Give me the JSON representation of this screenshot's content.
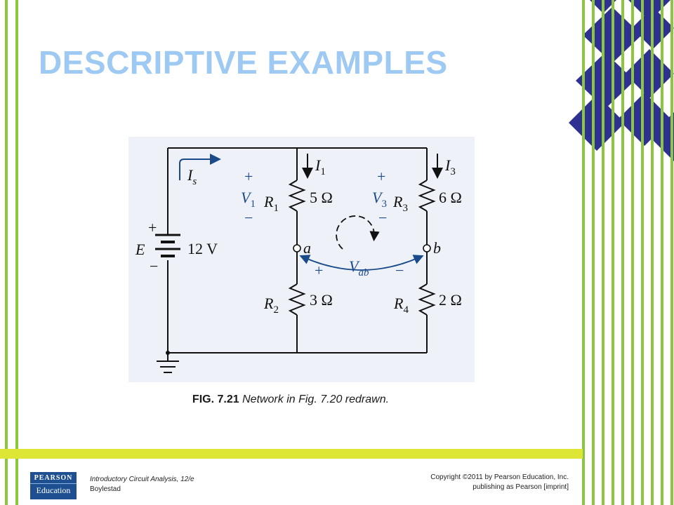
{
  "slide": {
    "title": "DESCRIPTIVE EXAMPLES"
  },
  "figure": {
    "caption_number": "FIG. 7.21",
    "caption_text": "Network in Fig. 7.20 redrawn.",
    "source": {
      "label": "E",
      "value": "12 V",
      "plus": "+",
      "minus": "−"
    },
    "source_current": "I",
    "source_current_sub": "s",
    "branch1_current": "I",
    "branch1_current_sub": "1",
    "branch2_current": "I",
    "branch2_current_sub": "3",
    "r1": {
      "name": "R",
      "sub": "1",
      "value": "5 Ω"
    },
    "r2": {
      "name": "R",
      "sub": "2",
      "value": "3 Ω"
    },
    "r3": {
      "name": "R",
      "sub": "3",
      "value": "6 Ω"
    },
    "r4": {
      "name": "R",
      "sub": "4",
      "value": "2 Ω"
    },
    "v1": {
      "name": "V",
      "sub": "1",
      "plus": "+",
      "minus": "−"
    },
    "v3": {
      "name": "V",
      "sub": "3",
      "plus": "+",
      "minus": "−"
    },
    "node_a": "a",
    "node_b": "b",
    "vab": {
      "name": "V",
      "sub": "ab",
      "plus": "+",
      "minus": "−"
    }
  },
  "footer": {
    "logo_line1": "PEARSON",
    "logo_line2": "Education",
    "book_title": "Introductory Circuit Analysis, 12/e",
    "book_author": "Boylestad",
    "copyright_line1": "Copyright ©2011 by Pearson Education, Inc.",
    "copyright_line2": "publishing as Pearson [imprint]"
  },
  "colors": {
    "title": "#9dc9f3",
    "stripes": "#8cc63f",
    "diamonds": "#2e3192",
    "bottom_bar": "#dde535",
    "wire_arrows": "#1a4a8a"
  }
}
